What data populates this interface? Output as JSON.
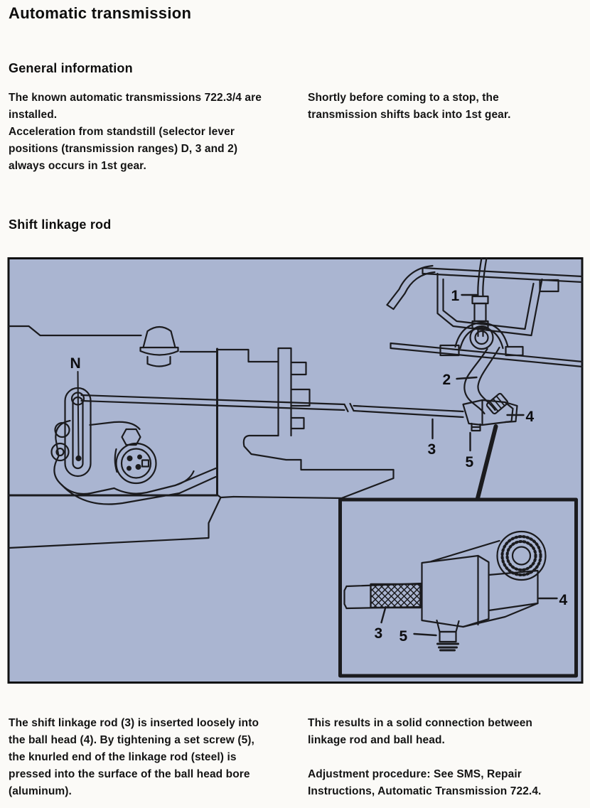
{
  "page": {
    "title": "Automatic transmission"
  },
  "general": {
    "heading": "General information",
    "left_text": "The known automatic transmissions 722.3/4 are\ninstalled.\nAcceleration from standstill (selector lever\npositions (transmission ranges) D, 3 and 2)\nalways occurs in 1st gear.",
    "right_text": "Shortly before coming to a stop, the\ntransmission shifts back into 1st gear."
  },
  "shift_linkage": {
    "heading": "Shift linkage rod",
    "figure": {
      "background_color": "#aab5d1",
      "line_color": "#1b1b1e",
      "labels": {
        "n": "N",
        "1": "1",
        "2": "2",
        "3": "3",
        "4": "4",
        "5": "5"
      },
      "inset_labels": {
        "3": "3",
        "4": "4",
        "5": "5"
      }
    }
  },
  "footer": {
    "left_text": "The shift linkage rod (3) is inserted loosely into\nthe ball head (4). By tightening a set screw (5),\nthe knurled end of the linkage rod (steel) is\npressed into the surface of the ball head bore\n(aluminum).",
    "right_text": "This results in a solid connection between\nlinkage rod and ball head.",
    "adjustment_label": "Adjustment procedure:",
    "adjustment_text": "See SMS, Repair\nInstructions, Automatic Transmission 722.4."
  }
}
